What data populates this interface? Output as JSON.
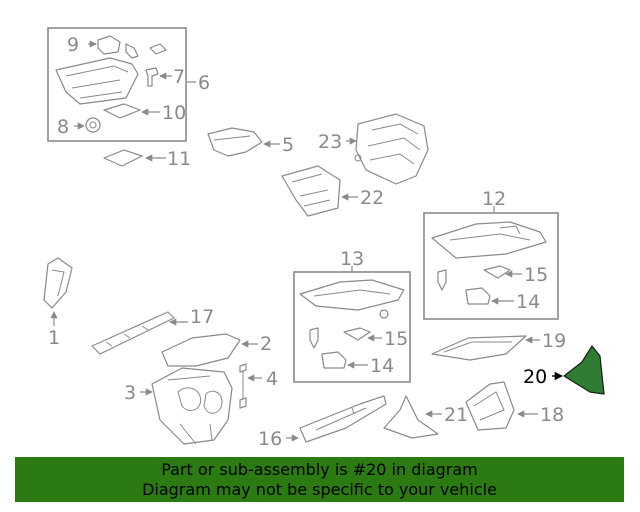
{
  "diagram": {
    "callouts": {
      "c1": "1",
      "c2": "2",
      "c3": "3",
      "c4": "4",
      "c5": "5",
      "c6": "6",
      "c7": "7",
      "c8": "8",
      "c9": "9",
      "c10": "10",
      "c11": "11",
      "c12": "12",
      "c13": "13",
      "c14a": "14",
      "c14b": "14",
      "c15a": "15",
      "c15b": "15",
      "c16": "16",
      "c17": "17",
      "c18": "18",
      "c19": "19",
      "c20": "20",
      "c21": "21",
      "c22": "22",
      "c23": "23"
    },
    "highlighted_part": "20",
    "colors": {
      "line": "#8a8a8a",
      "highlight_fill": "#2e7d32",
      "banner": "#2b7a12"
    }
  },
  "banner": {
    "line1": "Part or sub-assembly is #20 in diagram",
    "line2": "Diagram may not be specific to your vehicle"
  }
}
